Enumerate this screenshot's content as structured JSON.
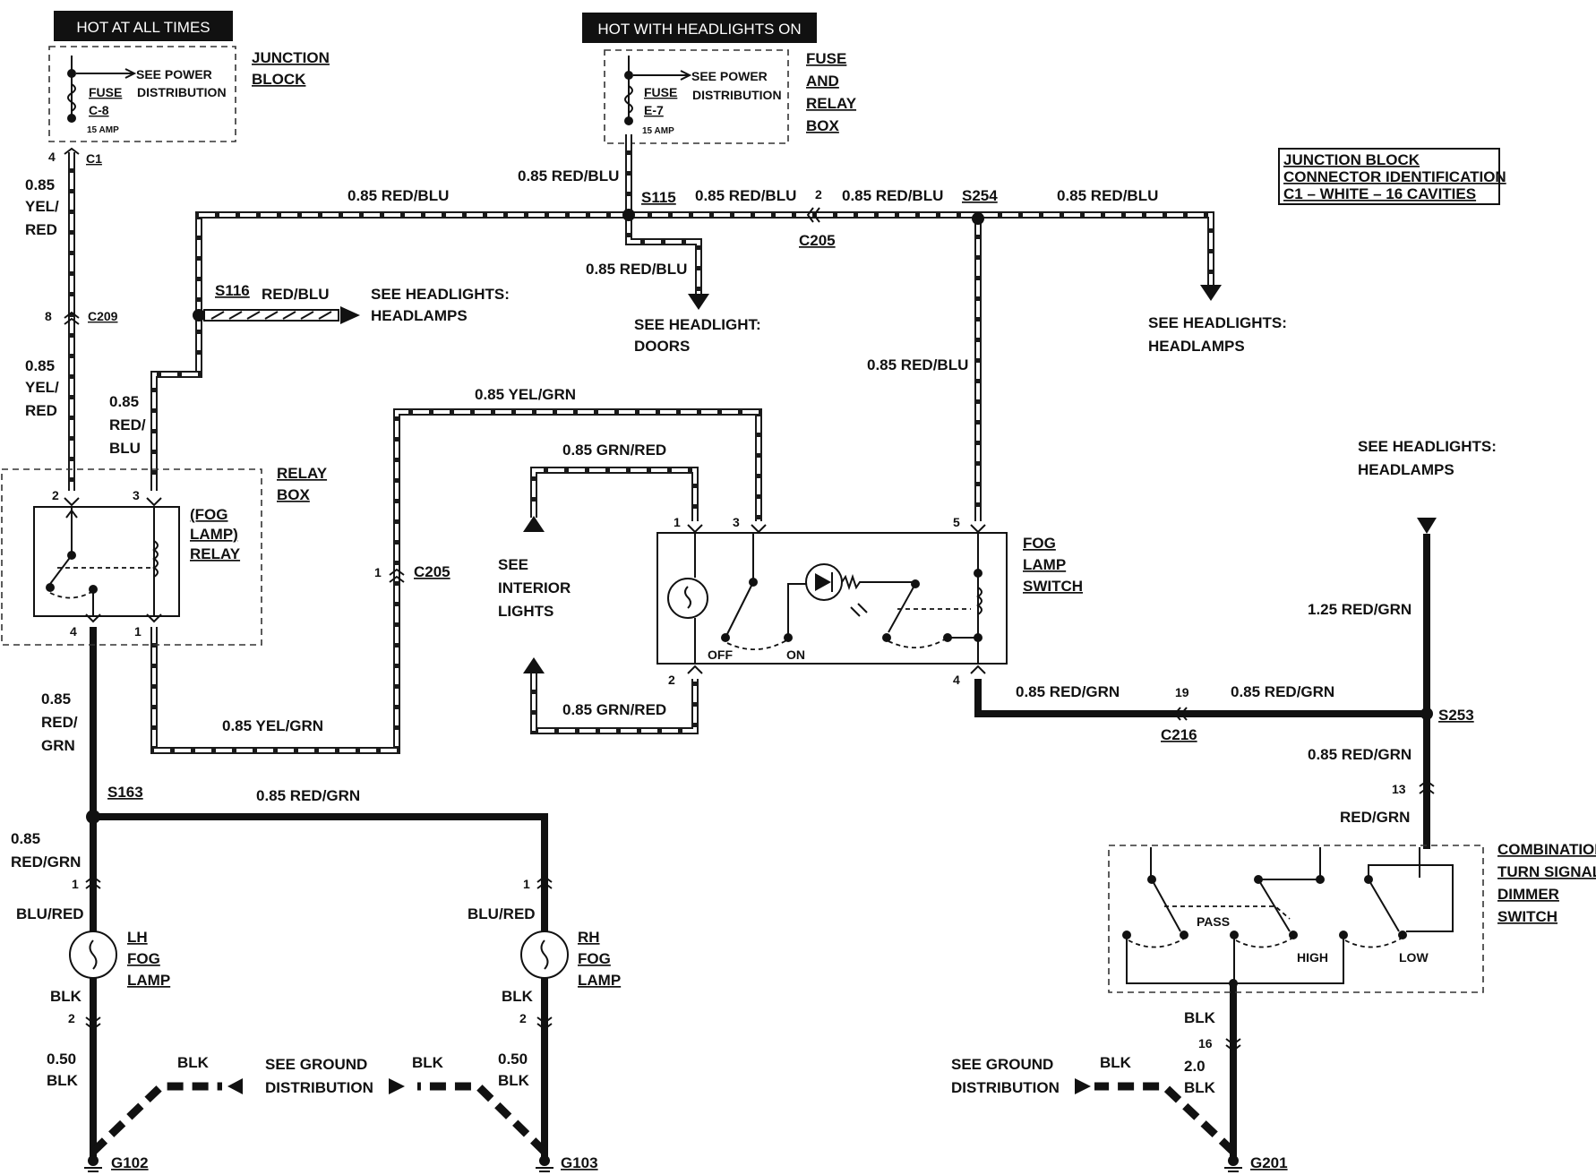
{
  "headers": {
    "hot_always": "HOT AT ALL TIMES",
    "hot_headlights": "HOT WITH HEADLIGHTS ON"
  },
  "junction_block": {
    "name_l1": "JUNCTION",
    "name_l2": "BLOCK",
    "fuse_label": "FUSE",
    "fuse_id": "C-8",
    "fuse_amp": "15 AMP",
    "see_l1": "SEE POWER",
    "see_l2": "DISTRIBUTION",
    "pin": "4",
    "conn": "C1"
  },
  "fuse_relay_box": {
    "name_l1": "FUSE",
    "name_l2": "AND",
    "name_l3": "RELAY",
    "name_l4": "BOX",
    "fuse_label": "FUSE",
    "fuse_id": "E-7",
    "fuse_amp": "15 AMP",
    "see_l1": "SEE POWER",
    "see_l2": "DISTRIBUTION"
  },
  "connector_id": {
    "l1": "JUNCTION BLOCK",
    "l2": "CONNECTOR IDENTIFICATION",
    "l3": "C1 – WHITE – 16 CAVITIES"
  },
  "wires": {
    "yel_red_1a": "0.85",
    "yel_red_1b": "YEL/",
    "yel_red_1c": "RED",
    "yel_red_2a": "0.85",
    "yel_red_2b": "YEL/",
    "yel_red_2c": "RED",
    "red_blu_top": "0.85 RED/BLU",
    "red_blu_fuse": "0.85 RED/BLU",
    "red_blu_s115": "0.85 RED/BLU",
    "red_blu_c205": "0.85 RED/BLU",
    "red_blu_s254": "0.85 RED/BLU",
    "red_blu_doors": "0.85 RED/BLU",
    "red_blu_switch": "0.85 RED/BLU",
    "red_blu_s116": "RED/BLU",
    "red_blu_relay_a": "0.85",
    "red_blu_relay_b": "RED/",
    "red_blu_relay_c": "BLU",
    "yel_grn_top": "0.85 YEL/GRN",
    "yel_grn_bottom": "0.85 YEL/GRN",
    "grn_red_top": "0.85 GRN/RED",
    "grn_red_bottom": "0.85 GRN/RED",
    "red_grn_relay_a": "0.85",
    "red_grn_relay_b": "RED/",
    "red_grn_relay_c": "GRN",
    "red_grn_s163": "0.85 RED/GRN",
    "red_grn_lh_a": "0.85",
    "red_grn_lh_b": "RED/GRN",
    "blu_red_lh": "BLU/RED",
    "blu_red_rh": "BLU/RED",
    "blk_lh": "BLK",
    "blk_rh": "BLK",
    "blk_lh_050a": "0.50",
    "blk_lh_050b": "BLK",
    "blk_rh_050a": "0.50",
    "blk_rh_050b": "BLK",
    "blk_g_l": "BLK",
    "blk_g_r": "BLK",
    "red_grn_switch": "0.85 RED/GRN",
    "red_grn_c216": "0.85 RED/GRN",
    "red_grn_125": "1.25 RED/GRN",
    "red_grn_s253": "0.85 RED/GRN",
    "red_grn_comb": "RED/GRN",
    "blk_comb": "BLK",
    "blk_20a": "2.0",
    "blk_20b": "BLK",
    "blk_g201": "BLK"
  },
  "connectors": {
    "c209": "C209",
    "c209_pin": "8",
    "s115": "S115",
    "c205_top": "C205",
    "c205_top_pin": "2",
    "s254": "S254",
    "s116": "S116",
    "c205_left": "C205",
    "c205_left_pin": "1",
    "s163": "S163",
    "c216": "C216",
    "c216_pin": "19",
    "s253": "S253",
    "comb_pin_13": "13",
    "comb_pin_16": "16",
    "g102": "G102",
    "g103": "G103",
    "g201": "G201"
  },
  "relay": {
    "box_l1": "RELAY",
    "box_l2": "BOX",
    "name_l1": "(FOG",
    "name_l2": "LAMP)",
    "name_l3": "RELAY",
    "pin2": "2",
    "pin3": "3",
    "pin4": "4",
    "pin1": "1"
  },
  "fog_switch": {
    "name_l1": "FOG",
    "name_l2": "LAMP",
    "name_l3": "SWITCH",
    "pin1": "1",
    "pin3": "3",
    "pin5": "5",
    "pin2": "2",
    "pin4": "4",
    "off": "OFF",
    "on": "ON"
  },
  "lamps": {
    "lh_l1": "LH",
    "lh_l2": "FOG",
    "lh_l3": "LAMP",
    "rh_l1": "RH",
    "rh_l2": "FOG",
    "rh_l3": "LAMP",
    "lh_pin1": "1",
    "lh_pin2": "2",
    "rh_pin1": "1",
    "rh_pin2": "2"
  },
  "combination_switch": {
    "l1": "COMBINATION",
    "l2": "TURN SIGNAL/",
    "l3": "DIMMER",
    "l4": "SWITCH",
    "pass": "PASS",
    "high": "HIGH",
    "low": "LOW"
  },
  "refs": {
    "headlamps_s116_l1": "SEE HEADLIGHTS:",
    "headlamps_s116_l2": "HEADLAMPS",
    "doors_l1": "SEE HEADLIGHT:",
    "doors_l2": "DOORS",
    "headlamps_right_l1": "SEE HEADLIGHTS:",
    "headlamps_right_l2": "HEADLAMPS",
    "headlamps_s253_l1": "SEE HEADLIGHTS:",
    "headlamps_s253_l2": "HEADLAMPS",
    "interior_l1": "SEE",
    "interior_l2": "INTERIOR",
    "interior_l3": "LIGHTS",
    "ground_l_l1": "SEE GROUND",
    "ground_l_l2": "DISTRIBUTION",
    "ground_r_l1": "SEE GROUND",
    "ground_r_l2": "DISTRIBUTION"
  }
}
